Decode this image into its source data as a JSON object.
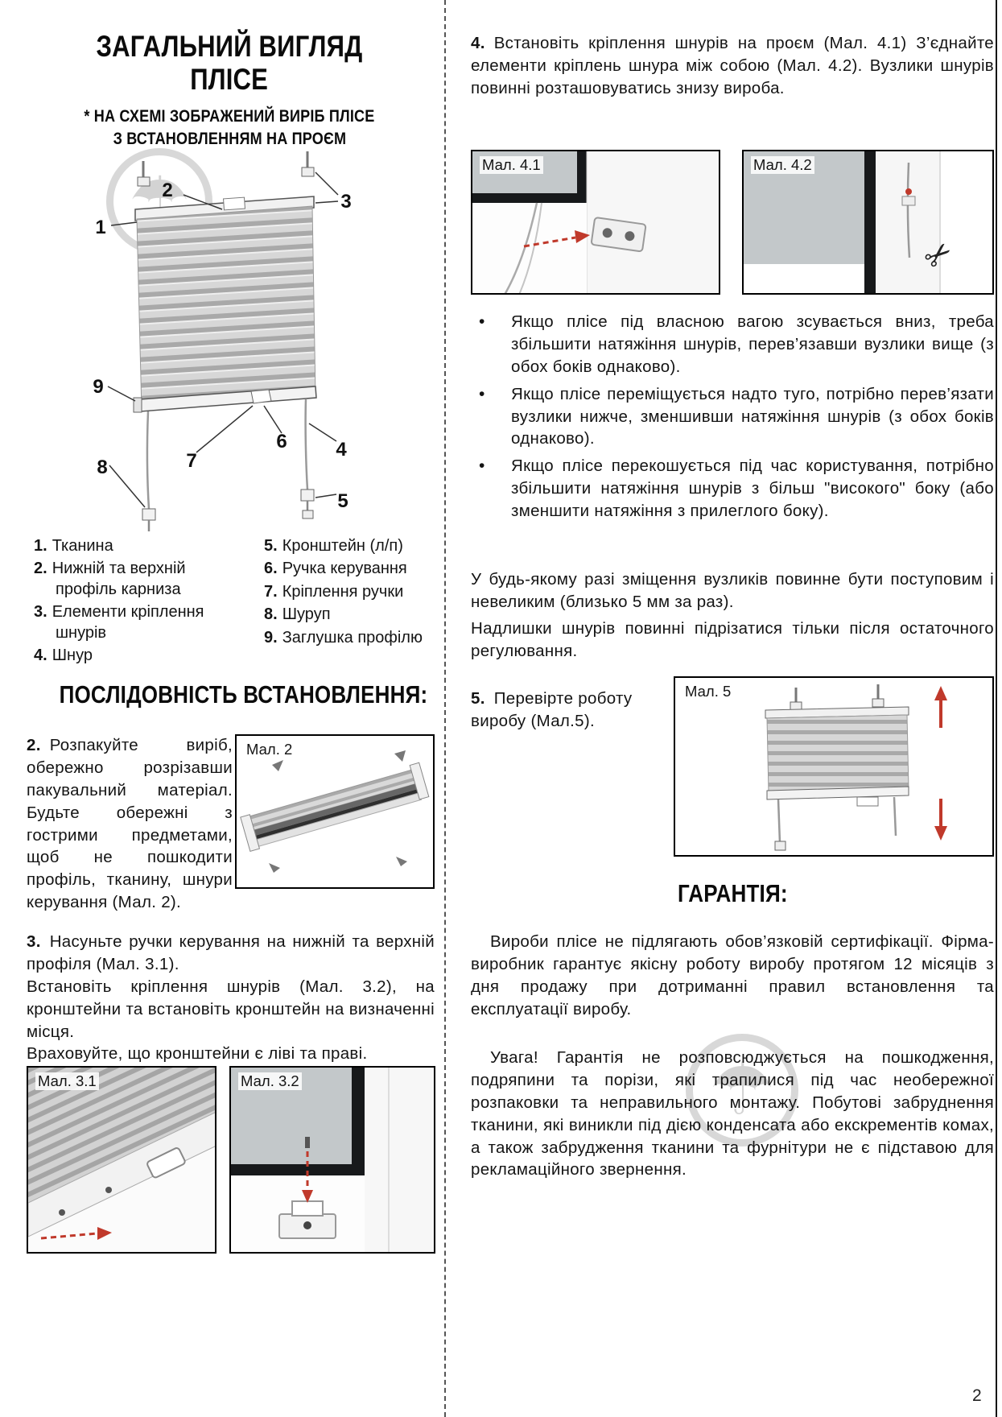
{
  "page": {
    "number": "2"
  },
  "icons": {
    "umbrella": "☂",
    "scissors": "✂",
    "bullet": "•"
  },
  "colors": {
    "accent_red": "#c0392b",
    "text": "#141414"
  },
  "overview": {
    "title_line1": "ЗАГАЛЬНИЙ ВИГЛЯД",
    "title_line2": "ПЛІСЕ",
    "subtitle_line1": "* НА СХЕМІ ЗОБРАЖЕНИЙ ВИРІБ ПЛІСЕ",
    "subtitle_line2": "З ВСТАНОВЛЕННЯМ НА ПРОЄМ"
  },
  "diagram": {
    "callouts": [
      "1",
      "2",
      "3",
      "4",
      "5",
      "6",
      "7",
      "8",
      "9"
    ]
  },
  "legend": {
    "left": [
      {
        "n": "1.",
        "text": "Тканина"
      },
      {
        "n": "2.",
        "text": "Нижній та верхній профіль карниза"
      },
      {
        "n": "3.",
        "text": "Елементи кріплення шнурів"
      },
      {
        "n": "4.",
        "text": "Шнур"
      }
    ],
    "right": [
      {
        "n": "5.",
        "text": "Кронштейн (л/п)"
      },
      {
        "n": "6.",
        "text": "Ручка керування"
      },
      {
        "n": "7.",
        "text": "Кріплення ручки"
      },
      {
        "n": "8.",
        "text": "Шуруп"
      },
      {
        "n": "9.",
        "text": "Заглушка профілю"
      }
    ]
  },
  "install": {
    "title": "ПОСЛІДОВНІСТЬ ВСТАНОВЛЕННЯ:",
    "step2_num": "2.",
    "step2_text": "Розпакуйте виріб, обережно розрізавши пакувальний матеріал. Будьте обережні з гострими предметами, щоб не пошкодити профіль, тканину, шнури керування (Мал. 2).",
    "step3_num": "3.",
    "step3_line1": "Насуньте ручки керування на нижній та верхній профіля (Мал. 3.1).",
    "step3_line2": "Встановіть кріплення шнурів (Мал. 3.2), на кронштейни та встановіть кронштейн на визначенні місця.",
    "step3_line3": "Враховуйте, що кронштейни є ліві та праві."
  },
  "figures": {
    "fig2": "Мал. 2",
    "fig31": "Мал. 3.1",
    "fig32": "Мал. 3.2",
    "fig41": "Мал. 4.1",
    "fig42": "Мал. 4.2",
    "fig5": "Мал. 5"
  },
  "right_col": {
    "step4_num": "4.",
    "step4_text": "Встановіть кріплення шнурів на проєм (Мал. 4.1) З’єднайте елементи кріплень шнура між собою (Мал. 4.2). Вузлики шнурів повинні розташовуватись знизу вироба.",
    "bullets": [
      "Якщо плісе під власною вагою зсувається вниз, треба збільшити натяжіння шнурів, перев’язавши вузлики вище (з обох боків однаково).",
      "Якщо плісе переміщується надто туго, потрібно перев’язати вузлики нижче, зменшивши натяжіння шнурів (з обох боків однаково).",
      "Якщо плісе перекошується під час користування, потрібно збільшити натяжіння шнурів з більш \"високого\" боку (або зменшити натяжіння з прилеглого боку)."
    ],
    "note1": "У будь-якому разі зміщення вузликів повинне бути поступовим і невеликим (близько 5 мм за раз).",
    "note2": "Надлишки шнурів повинні підрізатися тільки після остаточного регулювання.",
    "step5_num": "5.",
    "step5_text": "Перевірте роботу виробу (Мал.5)."
  },
  "warranty": {
    "title": "ГАРАНТІЯ:",
    "p1": "Вироби плісе не підлягають обов’язковій сертифікації. Фірма-виробник гарантує якісну роботу виробу протягом 12 місяців з дня продажу при дотриманні правил встановлення та експлуатації виробу.",
    "p2": "Увага! Гарантія не розповсюджується на пошкодження, подряпини та порізи, які трапилися під час необережної розпаковки та неправильного монтажу. Побутові забруднення тканини, які виникли під дією конденсата або екскрементів комах, а також забрудження тканини та фурнітури не є підставою для рекламаційного звернення."
  }
}
